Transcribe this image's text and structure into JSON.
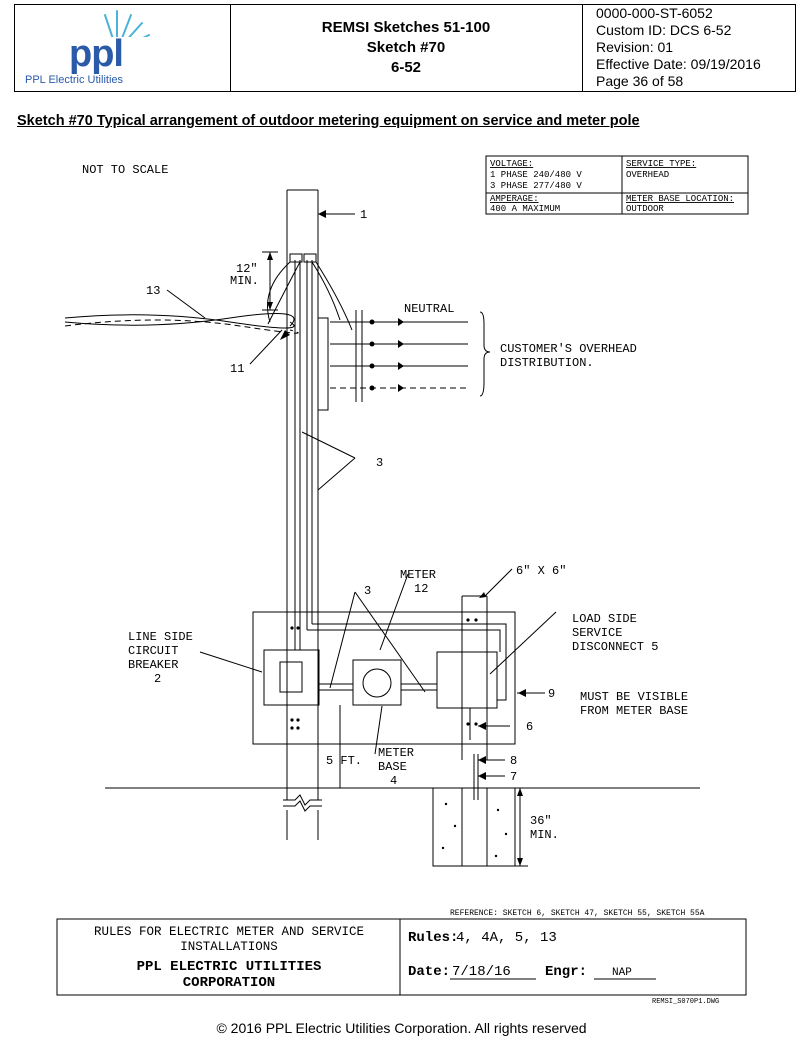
{
  "header": {
    "logo_text": "ppl",
    "logo_sub": "PPL Electric Utilities",
    "title1": "REMSI Sketches 51-100",
    "title2": "Sketch #70",
    "title3": "6-52",
    "doc_number": "0000-000-ST-6052",
    "custom_id": "Custom ID:  DCS 6-52",
    "revision": "Revision: 01",
    "effective_date": "Effective Date:  09/19/2016",
    "page": "Page 36 of 58"
  },
  "sketch_title": "Sketch #70 Typical arrangement of outdoor metering equipment on service and meter pole",
  "diagram": {
    "not_to_scale": "NOT TO SCALE",
    "info_table": {
      "voltage_label": "VOLTAGE:",
      "voltage_1": "1 PHASE 240/480 V",
      "voltage_2": "3 PHASE 277/480 V",
      "service_label": "SERVICE TYPE:",
      "service_value": "OVERHEAD",
      "amperage_label": "AMPERAGE:",
      "amperage_value": "400 A MAXIMUM",
      "meter_loc_label": "METER BASE LOCATION:",
      "meter_loc_value": "OUTDOOR"
    },
    "callouts": {
      "n1": "1",
      "n3a": "3",
      "n3b": "3",
      "n6": "6",
      "n7": "7",
      "n8": "8",
      "n9": "9",
      "n11": "11",
      "n13": "13",
      "min12_a": "12\"",
      "min12_b": "MIN.",
      "neutral": "NEUTRAL",
      "customer_1": "CUSTOMER'S OVERHEAD",
      "customer_2": "DISTRIBUTION.",
      "meter_1": "METER",
      "meter_2": "12",
      "six_by_six": "6\" X 6\"",
      "load_1": "LOAD SIDE",
      "load_2": "SERVICE",
      "load_3": "DISCONNECT 5",
      "line_1": "LINE SIDE",
      "line_2": "CIRCUIT",
      "line_3": "BREAKER",
      "line_4": "2",
      "visible_1": "MUST BE VISIBLE",
      "visible_2": "FROM METER BASE",
      "five_ft": "5 FT.",
      "base_1": "METER",
      "base_2": "BASE",
      "base_3": "4",
      "depth_1": "36\"",
      "depth_2": "MIN."
    },
    "reference": "REFERENCE: SKETCH 6, SKETCH 47, SKETCH 55, SKETCH 55A",
    "dwg_name": "REMSI_S070P1.DWG"
  },
  "title_block": {
    "rules_left_1": "RULES FOR ELECTRIC METER AND SERVICE",
    "rules_left_2": "INSTALLATIONS",
    "company_1": "PPL ELECTRIC UTILITIES",
    "company_2": "CORPORATION",
    "rules_label": "Rules:",
    "rules_value": "4, 4A, 5, 13",
    "date_label": "Date:",
    "date_value": "7/18/16",
    "engr_label": "Engr:",
    "engr_value": "NAP"
  },
  "copyright": "© 2016 PPL Electric Utilities Corporation. All rights reserved"
}
